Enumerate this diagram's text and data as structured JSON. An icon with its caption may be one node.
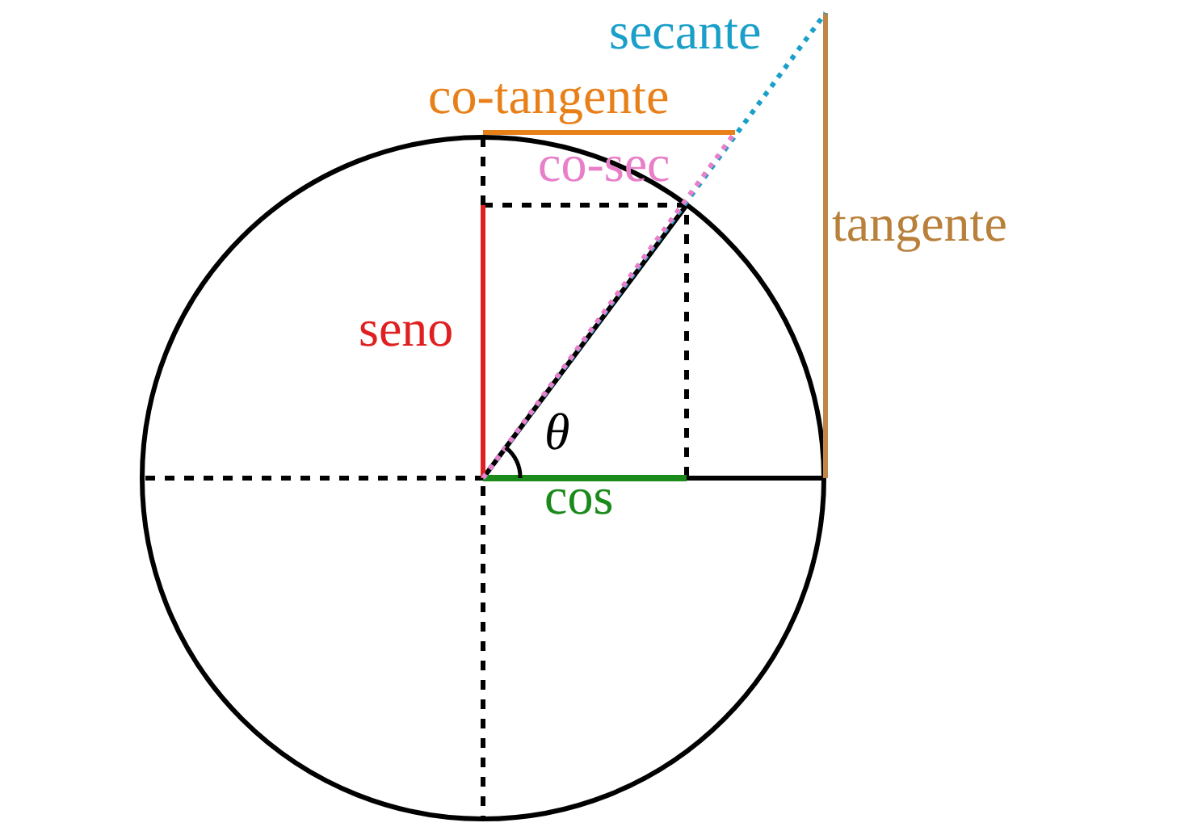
{
  "diagram": {
    "labels": [
      "secante",
      "co-tangente",
      "co-sec",
      "tangente",
      "seno",
      "θ",
      "cos"
    ]
  }
}
